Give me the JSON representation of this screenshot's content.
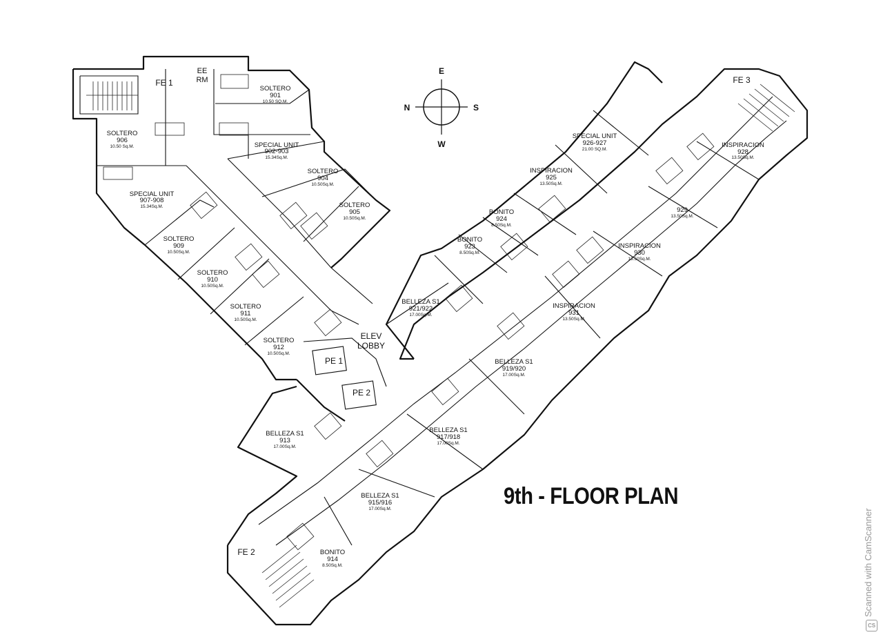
{
  "title": "9th - FLOOR PLAN",
  "compass": {
    "north": "N",
    "south": "S",
    "east": "E",
    "west": "W"
  },
  "labels": {
    "fe1": "FE 1",
    "fe2": "FE 2",
    "fe3": "FE 3",
    "ee_rm_line1": "EE",
    "ee_rm_line2": "RM",
    "elev_lobby_line1": "ELEV",
    "elev_lobby_line2": "LOBBY",
    "pe1": "PE 1",
    "pe2": "PE 2"
  },
  "units": [
    {
      "id": "u901",
      "name": "SOLTERO",
      "number": "901",
      "area": "10.50 SQ.M."
    },
    {
      "id": "u906",
      "name": "SOLTERO",
      "number": "906",
      "area": "10.50 Sq.M."
    },
    {
      "id": "u902",
      "name": "SPECIAL UNIT",
      "number": "902-903",
      "area": "15.34Sq.M."
    },
    {
      "id": "u904",
      "name": "SOLTERO",
      "number": "904",
      "area": "10.50Sq.M."
    },
    {
      "id": "u905",
      "name": "SOLTERO",
      "number": "905",
      "area": "10.50Sq.M."
    },
    {
      "id": "u907",
      "name": "SPECIAL UNIT",
      "number": "907-908",
      "area": "15.34Sq.M."
    },
    {
      "id": "u909",
      "name": "SOLTERO",
      "number": "909",
      "area": "10.50Sq.M."
    },
    {
      "id": "u910",
      "name": "SOLTERO",
      "number": "910",
      "area": "10.50Sq.M."
    },
    {
      "id": "u911",
      "name": "SOLTERO",
      "number": "911",
      "area": "10.50Sq.M."
    },
    {
      "id": "u912",
      "name": "SOLTERO",
      "number": "912",
      "area": "10.50Sq.M."
    },
    {
      "id": "u913",
      "name": "BELLEZA S1",
      "number": "913",
      "area": "17.00Sq.M."
    },
    {
      "id": "u914",
      "name": "BONITO",
      "number": "914",
      "area": "8.50Sq.M."
    },
    {
      "id": "u915",
      "name": "BELLEZA S1",
      "number": "915/916",
      "area": "17.00Sq.M."
    },
    {
      "id": "u917",
      "name": "BELLEZA S1",
      "number": "917/918",
      "area": "17.00Sq.M."
    },
    {
      "id": "u919",
      "name": "BELLEZA S1",
      "number": "919/920",
      "area": "17.00Sq.M."
    },
    {
      "id": "u921",
      "name": "BELLEZA S1",
      "number": "921/922",
      "area": "17.00Sq.M."
    },
    {
      "id": "u923",
      "name": "BONITO",
      "number": "923",
      "area": "8.50Sq.M."
    },
    {
      "id": "u924",
      "name": "BONITO",
      "number": "924",
      "area": "8.50Sq.M."
    },
    {
      "id": "u925",
      "name": "INSPIRACION",
      "number": "925",
      "area": "13.50Sq.M."
    },
    {
      "id": "u926",
      "name": "SPECIAL UNIT",
      "number": "926-927",
      "area": "21.00 SQ.M."
    },
    {
      "id": "u928",
      "name": "INSPIRACION",
      "number": "928",
      "area": "13.50Sq.M."
    },
    {
      "id": "u929",
      "name": "",
      "number": "929",
      "area": "13.50Sq.M."
    },
    {
      "id": "u930",
      "name": "INSPIRACION",
      "number": "930",
      "area": "13.50Sq.M."
    },
    {
      "id": "u931",
      "name": "INSPIRACION",
      "number": "931",
      "area": "13.50Sq.M."
    }
  ],
  "watermark": {
    "text": "Scanned with CamScanner",
    "logo": "CS"
  }
}
